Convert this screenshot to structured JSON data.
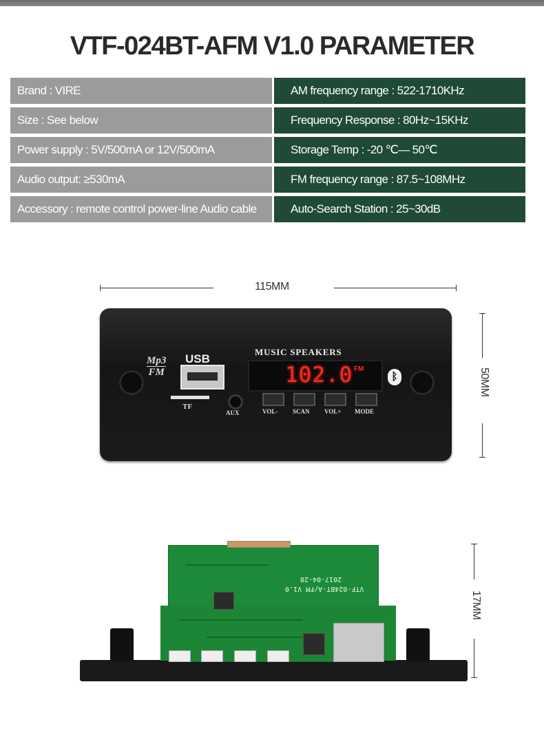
{
  "title": "VTF-024BT-AFM V1.0 PARAMETER",
  "params_left": [
    "Brand : VIRE",
    "Size : See below",
    "Power supply : 5V/500mA  or  12V/500mA",
    "Audio output: ≥530mA",
    "Accessory : remote control power-line Audio cable"
  ],
  "params_right": [
    "AM frequency range : 522-1710KHz",
    "Frequency Response : 80Hz~15KHz",
    "Storage Temp : -20 ℃— 50℃",
    "FM frequency range : 87.5~108MHz",
    "Auto-Search Station : 25~30dB"
  ],
  "dimensions": {
    "width": "115MM",
    "height": "50MM",
    "depth": "17MM"
  },
  "panel": {
    "logo_top": "Mp3",
    "logo_bottom": "FM",
    "usb": "USB",
    "tf": "TF",
    "aux": "AUX",
    "brand": "MUSIC SPEAKERS",
    "display_value": "102.0",
    "display_mode": "FM",
    "buttons": [
      "VOL-",
      "SCAN",
      "VOL+",
      "MODE"
    ]
  },
  "pcb": {
    "model_text": "VTF-024BT-A/FM V1.0",
    "date_text": "2017-04-28"
  },
  "colors": {
    "left_cell": "#9b9b9b",
    "right_cell": "#1f4a37",
    "display": "#ff2a1a"
  },
  "icons": [
    "bluetooth-icon"
  ]
}
